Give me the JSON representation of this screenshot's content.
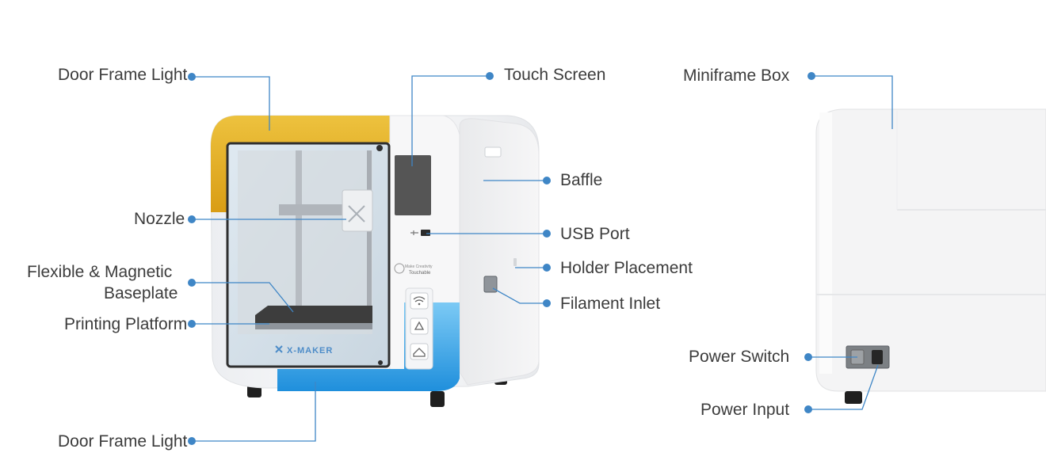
{
  "labels": {
    "door_frame_light_top": "Door Frame Light",
    "nozzle": "Nozzle",
    "baseplate_line1": "Flexible & Magnetic",
    "baseplate_line2": "Baseplate",
    "printing_platform": "Printing Platform",
    "door_frame_light_bottom": "Door Frame Light",
    "touch_screen": "Touch Screen",
    "baffle": "Baffle",
    "usb_port": "USB Port",
    "holder_placement": "Holder Placement",
    "filament_inlet": "Filament Inlet",
    "miniframe_box": "Miniframe Box",
    "power_switch": "Power Switch",
    "power_input": "Power Input"
  },
  "printer": {
    "brand": "X-MAKER",
    "sticker_line1": "Make Creativity",
    "sticker_line2": "Touchable"
  },
  "colors": {
    "callout": "#3f86c6",
    "label_text": "#3c3c3c",
    "body_white": "#f3f4f6",
    "top_light": "#e2ad22",
    "bottom_light": "#2f9fe6",
    "screen": "#555555",
    "frame_dark": "#2f2f2f"
  },
  "icons": [
    "wifi-icon",
    "recycle-icon",
    "home-icon",
    "usb-icon"
  ]
}
